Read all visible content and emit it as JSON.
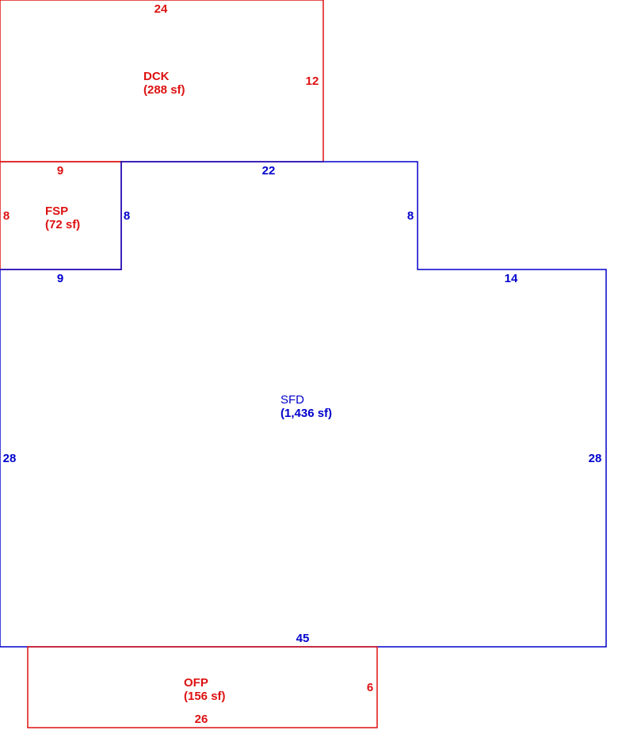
{
  "colors": {
    "main": "#0000cc",
    "secondary": "#dd1111"
  },
  "areas": [
    {
      "id": "dck",
      "code": "DCK",
      "area_label": "(288 sf)",
      "color": "secondary"
    },
    {
      "id": "fsp",
      "code": "FSP",
      "area_label": "(72 sf)",
      "color": "secondary"
    },
    {
      "id": "sfd",
      "code": "SFD",
      "area_label": "(1,436 sf)",
      "color": "main"
    },
    {
      "id": "ofp",
      "code": "OFP",
      "area_label": "(156 sf)",
      "color": "secondary"
    }
  ],
  "dimensions": [
    {
      "id": "dck-top",
      "value": "24",
      "color": "secondary"
    },
    {
      "id": "dck-right",
      "value": "12",
      "color": "secondary"
    },
    {
      "id": "fsp-top",
      "value": "9",
      "color": "secondary"
    },
    {
      "id": "fsp-left",
      "value": "8",
      "color": "secondary"
    },
    {
      "id": "fsp-right",
      "value": "8",
      "color": "main"
    },
    {
      "id": "sfd-top",
      "value": "22",
      "color": "main"
    },
    {
      "id": "sfd-notch-right",
      "value": "8",
      "color": "main"
    },
    {
      "id": "sfd-under-fsp",
      "value": "9",
      "color": "main"
    },
    {
      "id": "sfd-right-top",
      "value": "14",
      "color": "main"
    },
    {
      "id": "sfd-left",
      "value": "28",
      "color": "main"
    },
    {
      "id": "sfd-right",
      "value": "28",
      "color": "main"
    },
    {
      "id": "sfd-bottom",
      "value": "45",
      "color": "main"
    },
    {
      "id": "ofp-right",
      "value": "6",
      "color": "secondary"
    },
    {
      "id": "ofp-bottom",
      "value": "26",
      "color": "secondary"
    }
  ]
}
